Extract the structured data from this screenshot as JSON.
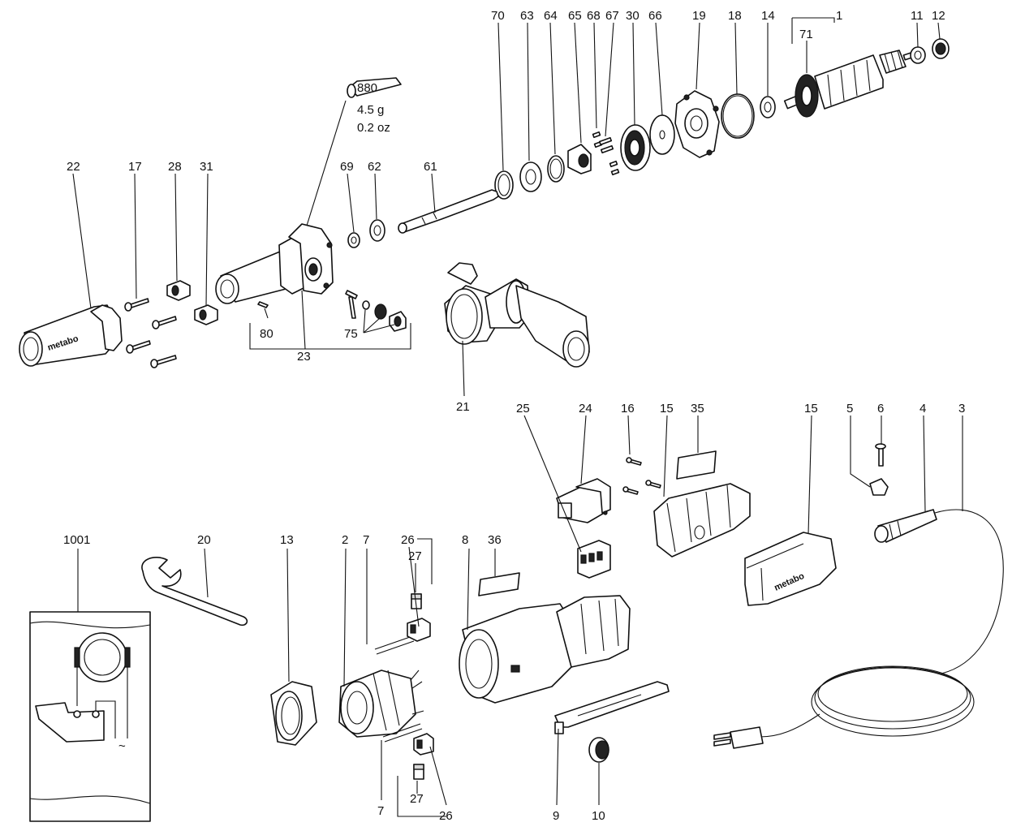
{
  "labels": {
    "p70": "70",
    "p63": "63",
    "p64": "64",
    "p65": "65",
    "p68": "68",
    "p67": "67",
    "p30": "30",
    "p66": "66",
    "p19": "19",
    "p18": "18",
    "p14": "14",
    "p1": "1",
    "p11": "11",
    "p12": "12",
    "p71": "71",
    "p22": "22",
    "p17": "17",
    "p28": "28",
    "p31": "31",
    "p69": "69",
    "p62": "62",
    "p61": "61",
    "p80": "80",
    "p75": "75",
    "p23": "23",
    "p21": "21",
    "p25": "25",
    "p24": "24",
    "p16": "16",
    "p15a": "15",
    "p35": "35",
    "p15b": "15",
    "p5": "5",
    "p6": "6",
    "p4": "4",
    "p3": "3",
    "p1001": "1001",
    "p20": "20",
    "p13": "13",
    "p2": "2",
    "p7a": "7",
    "p26a": "26",
    "p27a": "27",
    "p8": "8",
    "p36": "36",
    "p9": "9",
    "p10": "10",
    "p7b": "7",
    "p27b": "27",
    "p26b": "26"
  },
  "grease": {
    "code": "880",
    "weight_g": "4.5 g",
    "weight_oz": "0.2 oz"
  },
  "brand_text": "metabo"
}
